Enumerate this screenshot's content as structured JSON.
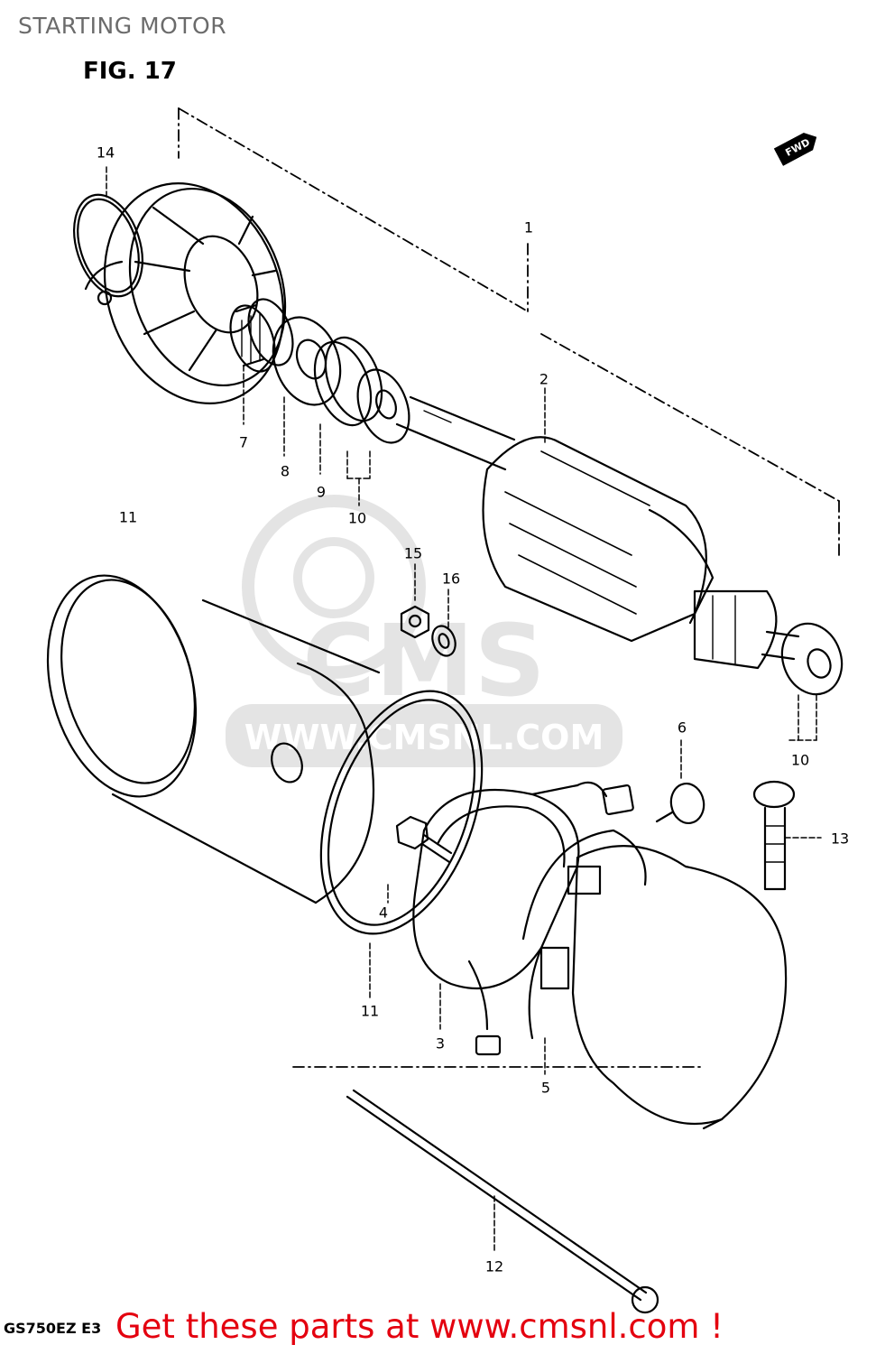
{
  "page": {
    "title": "STARTING MOTOR",
    "figure_label": "FIG. 17",
    "model_code": "GS750EZ E3",
    "footer_link_text": "Get these parts at www.cmsnl.com !",
    "direction_tag": "FWD",
    "watermark_text": "CMS",
    "watermark_url": "WWW.CMSNL.COM"
  },
  "callouts": [
    {
      "id": "1",
      "label": "1"
    },
    {
      "id": "2",
      "label": "2"
    },
    {
      "id": "3",
      "label": "3"
    },
    {
      "id": "4",
      "label": "4"
    },
    {
      "id": "5",
      "label": "5"
    },
    {
      "id": "6",
      "label": "6"
    },
    {
      "id": "7",
      "label": "7"
    },
    {
      "id": "8",
      "label": "8"
    },
    {
      "id": "9",
      "label": "9"
    },
    {
      "id": "10a",
      "label": "10"
    },
    {
      "id": "10b",
      "label": "10"
    },
    {
      "id": "11a",
      "label": "11"
    },
    {
      "id": "11b",
      "label": "11"
    },
    {
      "id": "12",
      "label": "12"
    },
    {
      "id": "13",
      "label": "13"
    },
    {
      "id": "14",
      "label": "14"
    },
    {
      "id": "15",
      "label": "15"
    },
    {
      "id": "16",
      "label": "16"
    }
  ],
  "colors": {
    "line": "#000000",
    "footer": "#e4000f",
    "title": "#6b6b6b",
    "watermark": "#9a9a9a"
  }
}
